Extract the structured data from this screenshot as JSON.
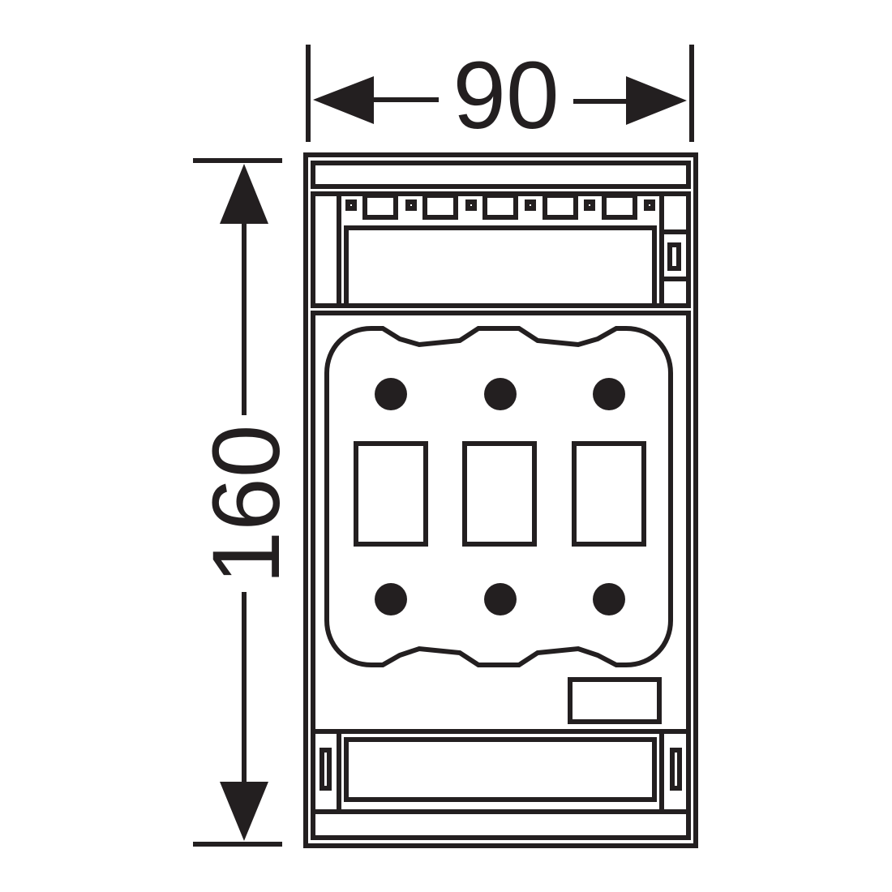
{
  "dimensions": {
    "width_label": "90",
    "height_label": "160"
  },
  "colors": {
    "ink": "#231f20",
    "background": "#ffffff"
  },
  "device": {
    "terminal_count_top": 3,
    "terminal_count_bottom": 3,
    "window_count": 3
  }
}
